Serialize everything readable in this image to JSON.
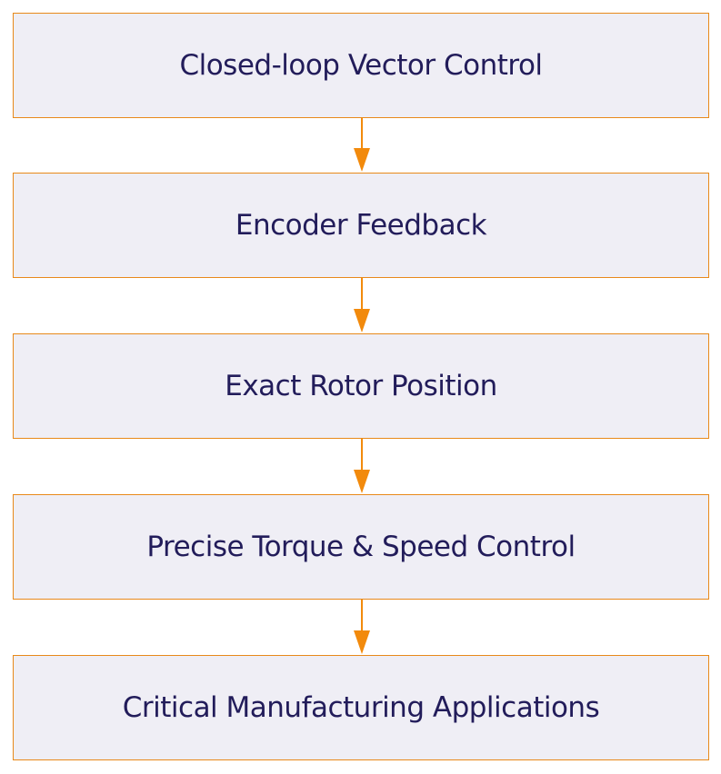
{
  "diagram": {
    "type": "flowchart",
    "direction": "top-to-bottom",
    "nodes": [
      {
        "id": "n1",
        "label": "Closed-loop Vector Control"
      },
      {
        "id": "n2",
        "label": "Encoder Feedback"
      },
      {
        "id": "n3",
        "label": "Exact Rotor Position"
      },
      {
        "id": "n4",
        "label": "Precise Torque & Speed Control"
      },
      {
        "id": "n5",
        "label": "Critical Manufacturing Applications"
      }
    ],
    "edges": [
      {
        "from": "n1",
        "to": "n2"
      },
      {
        "from": "n2",
        "to": "n3"
      },
      {
        "from": "n3",
        "to": "n4"
      },
      {
        "from": "n4",
        "to": "n5"
      }
    ],
    "colors": {
      "node_fill": "#efeef5",
      "node_border": "#e8891a",
      "edge": "#f28a0c",
      "text": "#221c5a"
    }
  }
}
